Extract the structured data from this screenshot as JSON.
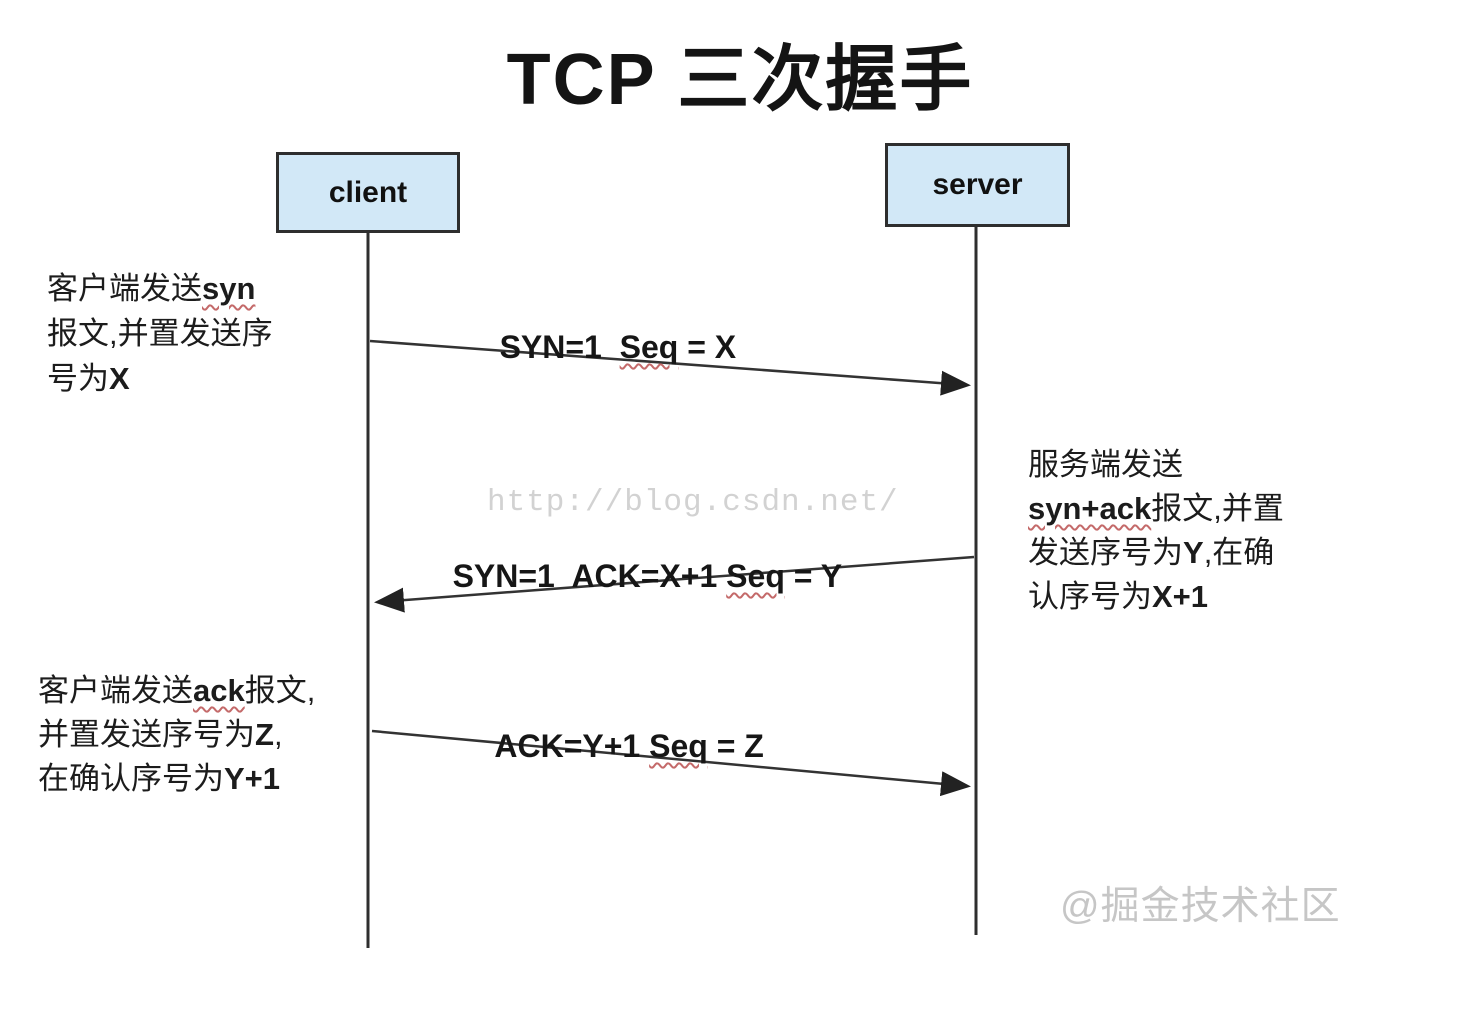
{
  "title": "TCP 三次握手",
  "actors": {
    "client": "client",
    "server": "server"
  },
  "messages": [
    {
      "name": "syn",
      "pre": "SYN=1  ",
      "wavy": "Seq",
      "post": " = X",
      "from": "client",
      "to": "server"
    },
    {
      "name": "syn-ack",
      "pre": "SYN=1  ACK=X+1 ",
      "wavy": "Seq",
      "post": " = Y",
      "from": "server",
      "to": "client"
    },
    {
      "name": "ack",
      "pre": "ACK=Y+1 ",
      "wavy": "Seq",
      "post": " = Z",
      "from": "client",
      "to": "server"
    }
  ],
  "annotations": {
    "client_syn": {
      "l1_pre": "客户端发送",
      "l1_syn": "syn",
      "l2": "报文,并置发送序",
      "l3_pre": "号为",
      "l3_x": "X"
    },
    "server_synack": {
      "l1": "服务端发送",
      "l2_synack": "syn+ack",
      "l2_post": "报文,并置",
      "l3_pre": "发送序号为",
      "l3_y": "Y",
      "l3_post": ",在确",
      "l4_pre": "认序号为",
      "l4_x1": "X+1"
    },
    "client_ack": {
      "l1_pre": "客户端发送",
      "l1_ack": "ack",
      "l1_post": "报文,",
      "l2_pre": "并置发送序号为",
      "l2_z": "Z",
      "l2_post": ",",
      "l3_pre": "在确认序号为",
      "l3_y1": "Y+1"
    }
  },
  "watermarks": {
    "center": "http://blog.csdn.net/",
    "bottom": "@掘金技术社区"
  },
  "colors": {
    "box_fill": "#d2e8f7",
    "box_border": "#2e2e2e",
    "line": "#2e2e2e",
    "wavy_underline": "#c46a6a",
    "watermark": "#c9c9c9"
  }
}
